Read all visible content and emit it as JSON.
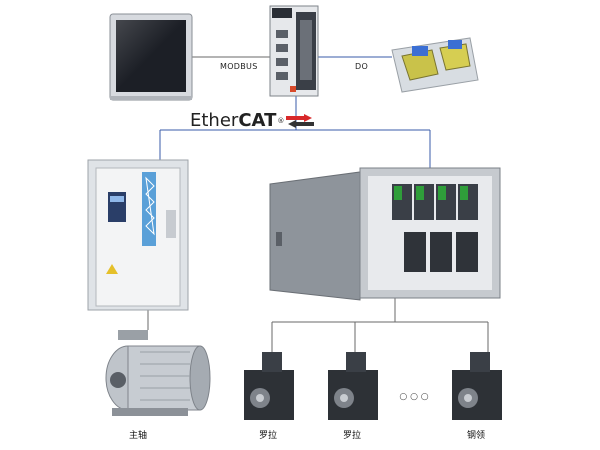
{
  "links": {
    "modbus_label": "MODBUS",
    "do_label": "DO"
  },
  "network": {
    "brand_prefix": "Ether",
    "brand_suffix": "CAT",
    "brand_mark": "®"
  },
  "loads": {
    "main_spindle": "主轴",
    "roller_1": "罗拉",
    "roller_2": "罗拉",
    "ellipsis": "○ ○ ○",
    "collar": "钢领"
  },
  "colors": {
    "line": "#6a6a6a",
    "bus_blue": "#3a5ba8",
    "device_gray": "#c9cdd2",
    "screen": "#1c1f26",
    "cabinet": "#9aa0a6",
    "driver_green": "#2f9e3a",
    "accent_blue": "#5aa0d8"
  }
}
